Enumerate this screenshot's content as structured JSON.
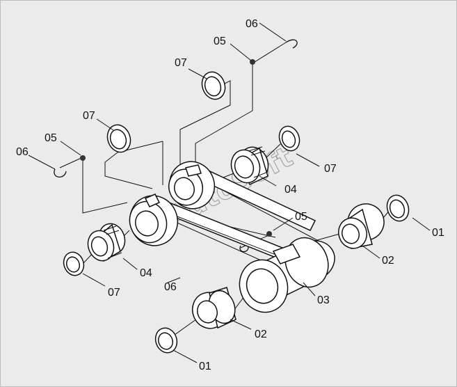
{
  "watermark": "AutoSoft",
  "colors": {
    "background": "#ebebeb",
    "part_fill": "#ffffff",
    "part_stroke": "#111111",
    "watermark": "#9a9a9a"
  },
  "labels": {
    "l01a": "01",
    "l01b": "01",
    "l02a": "02",
    "l02b": "02",
    "l03": "03",
    "l04a": "04",
    "l04b": "04",
    "l05a": "05",
    "l05b": "05",
    "l05c": "05",
    "l06a": "06",
    "l06b": "06",
    "l06c": "06",
    "l07a": "07",
    "l07b": "07",
    "l07c": "07",
    "l07d": "07"
  }
}
